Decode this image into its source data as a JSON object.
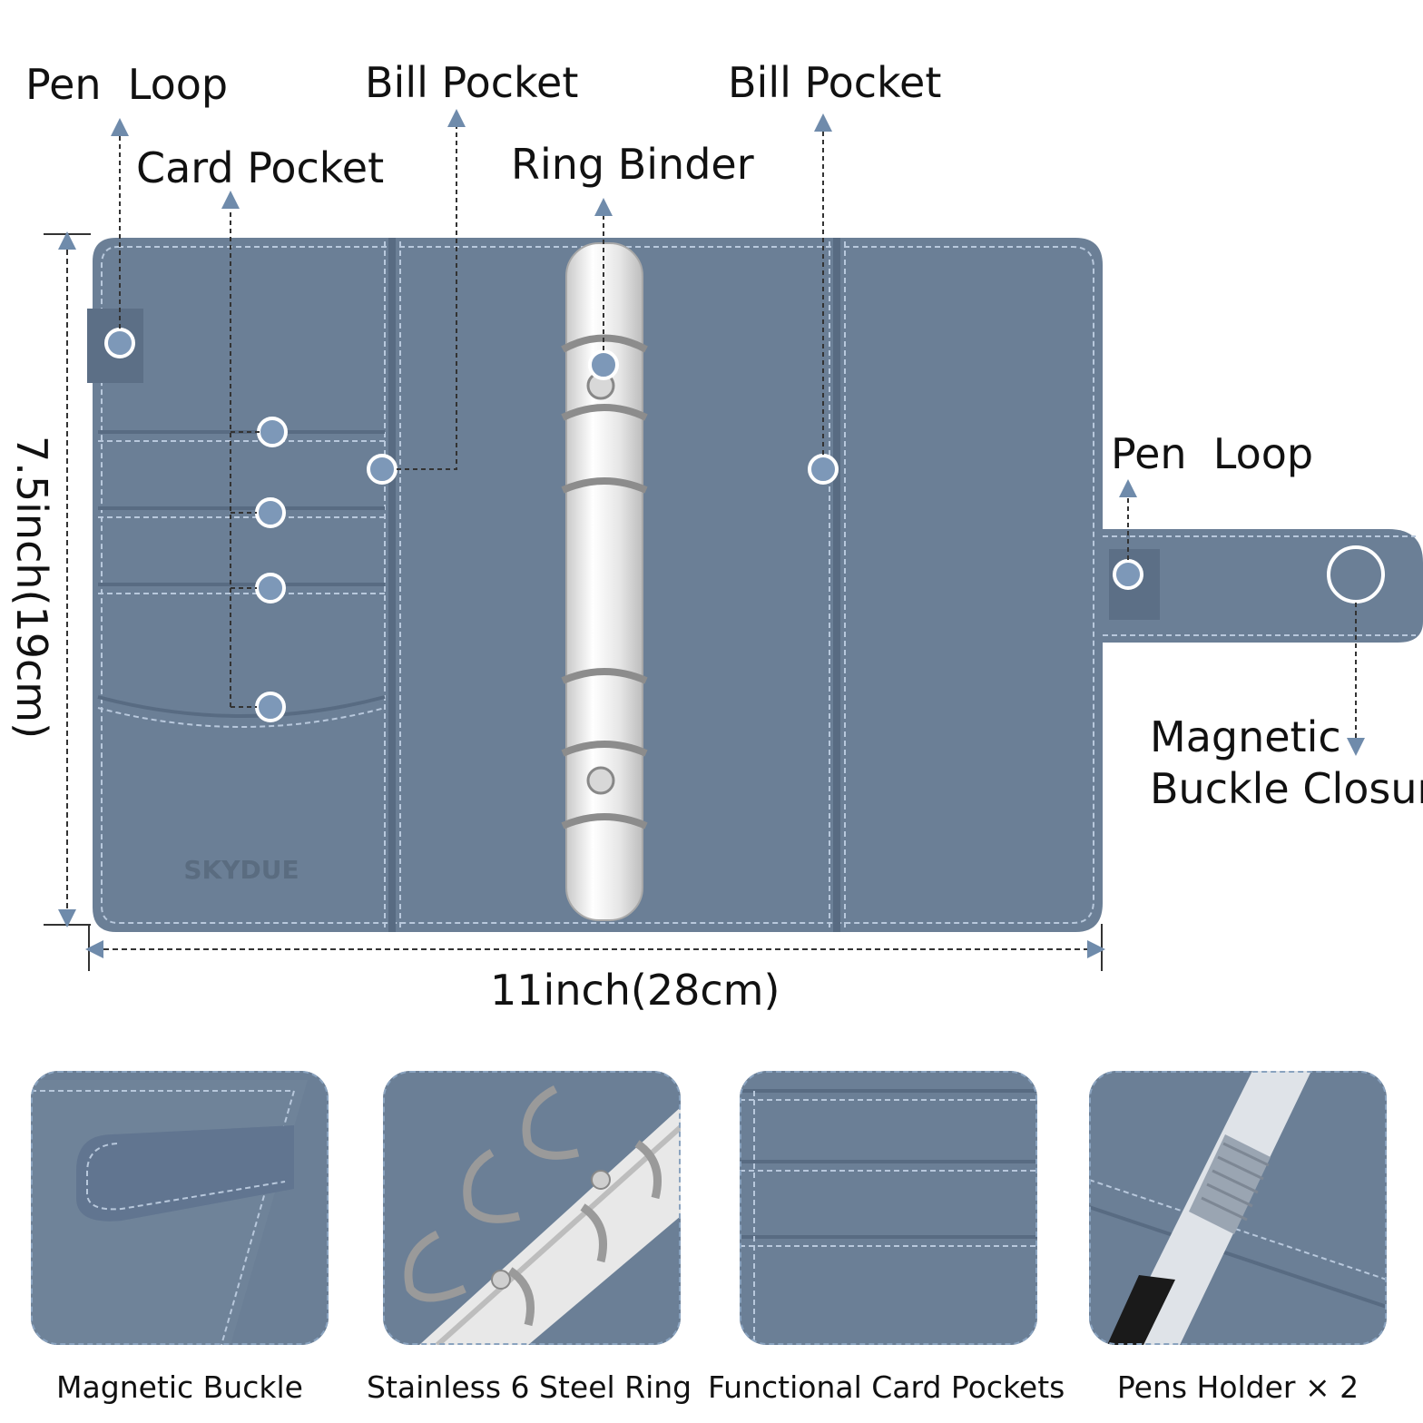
{
  "callouts": {
    "pen_loop_left": "Pen  Loop",
    "card_pocket": "Card Pocket",
    "bill_pocket_left": "Bill Pocket",
    "ring_binder": "Ring Binder",
    "bill_pocket_right": "Bill Pocket",
    "pen_loop_right": "Pen  Loop",
    "magnetic_line1": "Magnetic",
    "magnetic_line2": "Buckle Closure"
  },
  "dimensions": {
    "height": "7.5inch(19cm)",
    "width": "11inch(28cm)"
  },
  "binder": {
    "brand_emboss": "SKYDUE"
  },
  "features": [
    {
      "caption": "Magnetic Buckle",
      "icon": "magnetic-buckle-closeup"
    },
    {
      "caption": "Stainless 6 Steel Ring",
      "icon": "steel-ring-closeup"
    },
    {
      "caption": "Functional Card Pockets",
      "icon": "card-pockets-closeup"
    },
    {
      "caption": "Pens Holder × 2",
      "icon": "pen-holder-closeup"
    }
  ],
  "colors": {
    "leather": "#6b7f96",
    "leather_dark": "#586b82",
    "stitch": "#b8c8dc",
    "marker_dot": "#7d98b8",
    "callout_line": "#333333",
    "frame_dash": "#8aa3bf"
  }
}
